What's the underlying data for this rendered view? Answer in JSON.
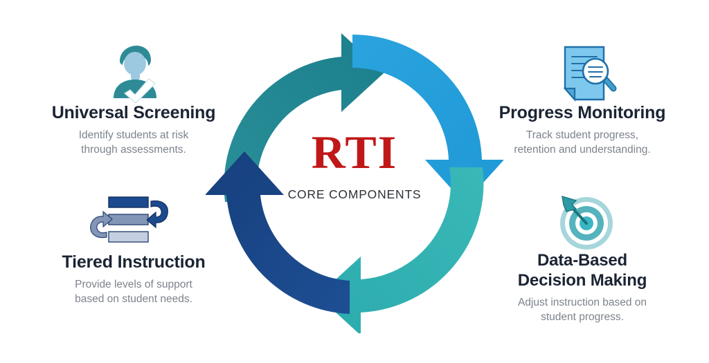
{
  "center": {
    "acronym": "RTI",
    "subtitle": "CORE COMPONENTS",
    "acronym_color": "#c01818",
    "subtitle_color": "#2b3138"
  },
  "components": [
    {
      "id": "universal-screening",
      "title": "Universal Screening",
      "description": "Identify students at risk through assessments.",
      "description_lines": [
        "Identify students at risk",
        "through assessments."
      ],
      "icon": "person-check-icon",
      "position": "top-left",
      "arrow_color": "#1f8591",
      "arrow_label": "teal arrow pointing up-right"
    },
    {
      "id": "progress-monitoring",
      "title": "Progress Monitoring",
      "description": "Track student progress, retention and understanding.",
      "description_lines": [
        "Track student progress,",
        "retention and understanding."
      ],
      "icon": "document-magnifier-icon",
      "position": "top-right",
      "arrow_color": "#239fdb",
      "arrow_label": "blue arrow pointing down"
    },
    {
      "id": "tiered-instruction",
      "title": "Tiered Instruction",
      "description": "Provide levels of support based on student needs.",
      "description_lines": [
        "Provide levels of support",
        "based on student needs."
      ],
      "icon": "tiered-bars-arrows-icon",
      "position": "bottom-left",
      "arrow_color": "#1b4a8e",
      "arrow_label": "navy arrow pointing up"
    },
    {
      "id": "data-based-decision-making",
      "title": "Data-Based Decision Making",
      "title_lines": [
        "Data-Based",
        "Decision Making"
      ],
      "description": "Adjust instruction based on student progress.",
      "description_lines": [
        "Adjust instruction based on",
        "student progress."
      ],
      "icon": "target-dart-icon",
      "position": "bottom-right",
      "arrow_color": "#33b4b5",
      "arrow_label": "teal arrow pointing down-left"
    }
  ],
  "palette": {
    "background": "#ffffff",
    "title_text": "#1b2433",
    "body_text": "#7c838c",
    "arrow_teal_dark": "#1f8591",
    "arrow_blue_bright": "#239fdb",
    "arrow_teal_medium": "#33b4b5",
    "arrow_navy": "#1b4a8e",
    "accent_red": "#c01818",
    "icon_teal": "#2e8b96",
    "icon_light_blue": "#9cc9e0",
    "icon_doc_blue": "#7ec8ee",
    "icon_navy": "#1b4a8e",
    "icon_steel": "#8296b8",
    "icon_pale": "#c3cfe0"
  }
}
